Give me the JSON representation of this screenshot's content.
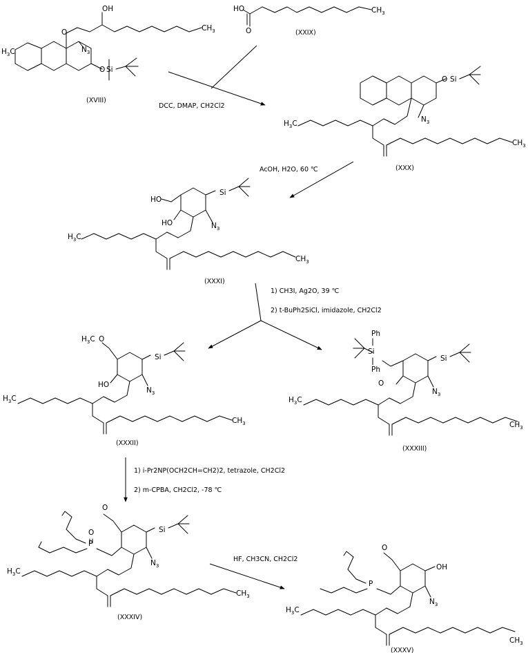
{
  "compounds": {
    "c18": "(XVIII)",
    "c29": "(XXIX)",
    "c30": "(XXX)",
    "c31": "(XXXI)",
    "c32": "(XXXII)",
    "c33": "(XXXIII)",
    "c34": "(XXXIV)",
    "c35": "(XXXV)"
  },
  "conditions": {
    "step1": "DCC, DMAP, CH2Cl2",
    "step2": "AcOH, H2O, 60 ℃",
    "step3a": "1) CH3I, Ag2O, 39 ℃",
    "step3b": "2) t-BuPh2SiCl, imidazole, CH2Cl2",
    "step4a": "1) i-Pr2NP(OCH2CH=CH2)2, tetrazole, CH2Cl2",
    "step4b": "2) m-CPBA, CH2Cl2, -78 ℃",
    "step5": "HF, CH3CN, CH2Cl2"
  },
  "atoms": {
    "oh": "OH",
    "ho": "HO",
    "o": "O",
    "n3": "N3",
    "si": "Si",
    "ch3": "CH3",
    "h3c": "H3C",
    "ph": "Ph",
    "p": "P"
  }
}
